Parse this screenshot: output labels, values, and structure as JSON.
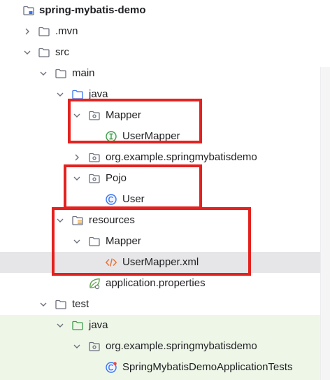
{
  "project_tree": {
    "root": {
      "label": "spring-mybatis-demo"
    },
    "items": [
      {
        "label": ".mvn"
      },
      {
        "label": "src"
      },
      {
        "label": "main"
      },
      {
        "label": "java"
      },
      {
        "label": "Mapper"
      },
      {
        "label": "UserMapper"
      },
      {
        "label": "org.example.springmybatisdemo"
      },
      {
        "label": "Pojo"
      },
      {
        "label": "User"
      },
      {
        "label": "resources"
      },
      {
        "label": "Mapper"
      },
      {
        "label": "UserMapper.xml"
      },
      {
        "label": "application.properties"
      },
      {
        "label": "test"
      },
      {
        "label": "java"
      },
      {
        "label": "org.example.springmybatisdemo"
      },
      {
        "label": "SpringMybatisDemoApplicationTests"
      }
    ],
    "selected_item": "UserMapper.xml"
  },
  "colors": {
    "annotation_box": "#e3221f",
    "selection": "#e6e6e8",
    "test_source_background": "#eef6e8",
    "interface_icon": "#3e9b4e",
    "class_icon": "#3574f0",
    "xml_icon": "#e8743b",
    "spring_icon": "#5fa04e"
  },
  "icons": {
    "expanded": "chevron-down-icon",
    "collapsed": "chevron-right-icon",
    "folder": "folder-icon",
    "package": "package-icon",
    "interface": "interface-icon",
    "class": "class-icon",
    "xml": "xml-file-icon",
    "properties": "spring-properties-icon",
    "test_class": "test-class-icon",
    "resources": "resources-folder-icon",
    "module": "module-folder-icon"
  }
}
